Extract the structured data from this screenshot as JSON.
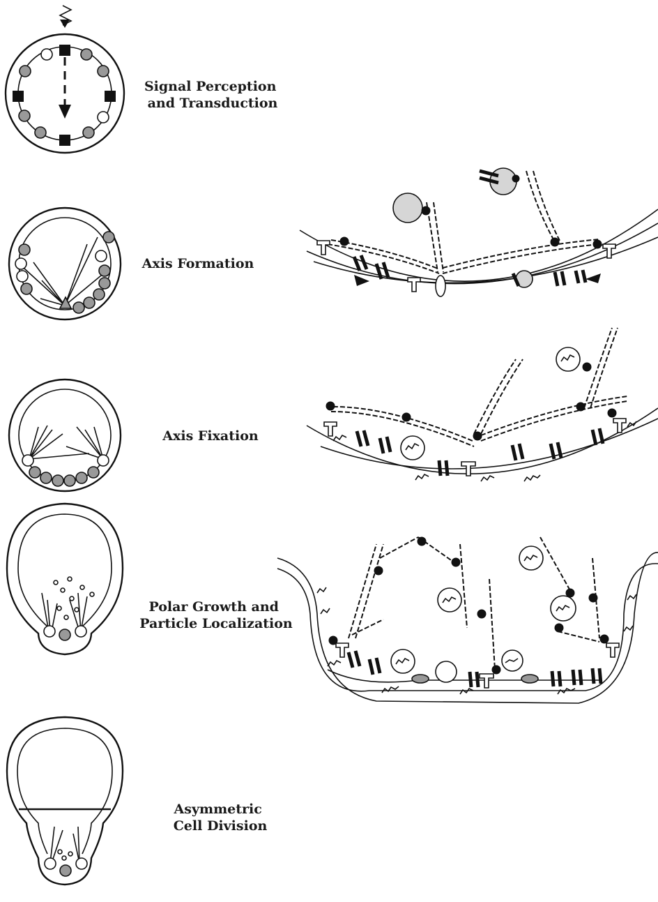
{
  "stages": [
    {
      "id": "signal",
      "line1": "Signal Perception",
      "line2": "and Transduction"
    },
    {
      "id": "axis-formation",
      "line1": "Axis Formation"
    },
    {
      "id": "axis-fixation",
      "line1": "Axis Fixation"
    },
    {
      "id": "polar-growth",
      "line1": "Polar Growth and",
      "line2": "Particle Localization"
    },
    {
      "id": "asymmetric-division",
      "line1": "Asymmetric",
      "line2": "Cell Division"
    }
  ],
  "colors": {
    "ink": "#111111",
    "stipple": "#999999",
    "light_stipple": "#d6d6d6",
    "paper": "#ffffff"
  },
  "icons": [
    "lightning-icon",
    "receptor-square-icon",
    "channel-circle-icon",
    "ion-channel-icon",
    "actin-filament-icon",
    "vesicle-icon",
    "wall-polymer-icon"
  ]
}
